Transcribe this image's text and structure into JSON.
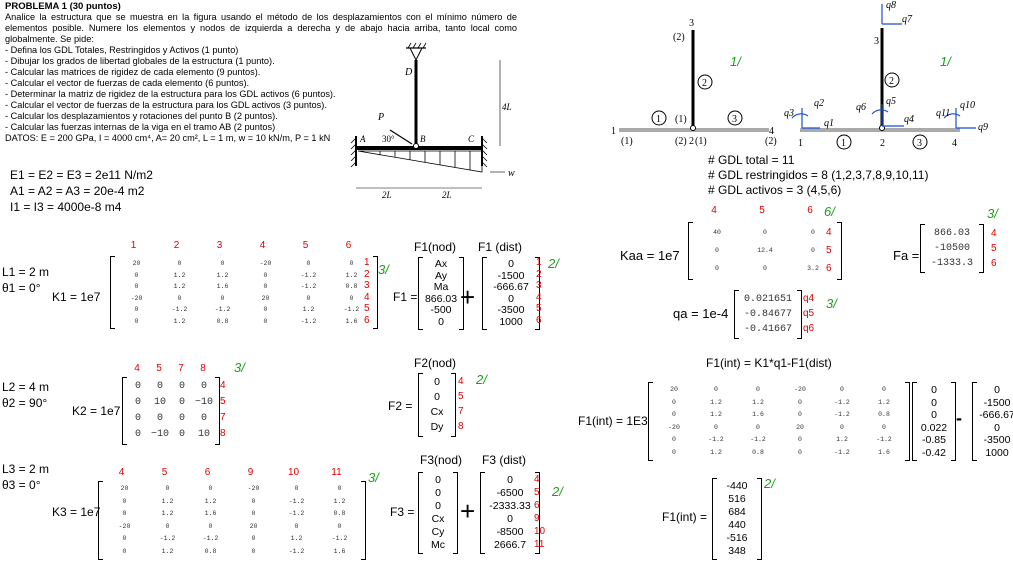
{
  "problem": {
    "title": "PROBLEMA 1 (30 puntos)",
    "intro": "Analice la estructura que se muestra en la figura usando el método de los desplazamientos con el mínimo número de elementos posible. Numere los elementos y nodos de izquierda a derecha y de abajo hacia arriba, tanto local como globalmente. Se pide:",
    "items": [
      "- Defina los GDL Totales, Restringidos y Activos (1 punto)",
      "- Dibujar los grados de libertad globales de la estructura (1 punto).",
      "- Calcular las matrices de rigidez de cada elemento (9 puntos).",
      "- Calcular el vector de fuerzas de cada elemento (6 puntos).",
      "- Determinar la matriz de rigidez de la estructura para los GDL activos (6 puntos).",
      "- Calcular el vector de fuerzas de la estructura para los GDL activos (3 puntos).",
      "- Calcular los desplazamientos y rotaciones del punto B (2 puntos).",
      "- Calcular las fuerzas internas de la viga en el tramo AB (2 puntos)"
    ],
    "data_line": "DATOS: E = 200 GPa, I = 4000 cm⁴, A= 20 cm², L = 1 m, w = 10 kN/m, P = 1 kN"
  },
  "figure": {
    "D": "D",
    "P": "P",
    "angle": "30°",
    "A": "A",
    "B": "B",
    "C": "C",
    "w": "w",
    "height": "4L",
    "span1": "2L",
    "span2": "2L"
  },
  "props": {
    "E": "E1 = E2 = E3 = 2e11 N/m2",
    "A": "A1 = A2 = A3 = 20e-4 m2",
    "I": "I1 = I3 = 4000e-8 m4"
  },
  "local_model": {
    "mark": "1/",
    "node3": "3",
    "node3_local": "(2)",
    "elem2": "2",
    "elem1": "1",
    "elem1_local": "(1)",
    "elem3": "3",
    "node1": "1",
    "node1_local": "(1)",
    "node2_local_a": "(2)",
    "node2": "2",
    "node2_local_b": "(1)",
    "node4": "4",
    "node4_local": "(2)"
  },
  "global_model": {
    "mark": "1/",
    "q8": "q8",
    "q7": "q7",
    "node3": "3",
    "elem2": "2",
    "q2": "q2",
    "q6": "q6",
    "q5": "q5",
    "q3": "q3",
    "q1": "q1",
    "q4": "q4",
    "q11": "q11",
    "q10": "q10",
    "q9": "q9",
    "node1": "1",
    "elem1": "1",
    "node2": "2",
    "elem3": "3",
    "node4": "4"
  },
  "gdl": {
    "total": "# GDL total = 11",
    "restricted": "# GDL restringidos = 8 (1,2,3,7,8,9,10,11)",
    "active": "# GDL activos = 3 (4,5,6)"
  },
  "elem1": {
    "L": "L1 = 2 m",
    "theta": "θ1 = 0°",
    "label": "K1 = 1e7",
    "mark": "3/",
    "cols": [
      "1",
      "2",
      "3",
      "4",
      "5",
      "6"
    ],
    "rows": [
      "1",
      "2",
      "3",
      "4",
      "5",
      "6"
    ],
    "K": [
      [
        "20",
        "0",
        "0",
        "-20",
        "0",
        "0"
      ],
      [
        "0",
        "1.2",
        "1.2",
        "0",
        "-1.2",
        "1.2"
      ],
      [
        "0",
        "1.2",
        "1.6",
        "0",
        "-1.2",
        "0.8"
      ],
      [
        "-20",
        "0",
        "0",
        "20",
        "0",
        "0"
      ],
      [
        "0",
        "-1.2",
        "-1.2",
        "0",
        "1.2",
        "-1.2"
      ],
      [
        "0",
        "1.2",
        "0.8",
        "0",
        "-1.2",
        "1.6"
      ]
    ],
    "F_label": "F1 =",
    "F_nod_title": "F1(nod)",
    "F_nod": [
      "Ax",
      "Ay",
      "Ma",
      "866.03",
      "-500",
      "0"
    ],
    "F_dist_title": "F1 (dist)",
    "F_dist": [
      "0",
      "-1500",
      "-666.67",
      "0",
      "-3500",
      "1000"
    ],
    "F_rows": [
      "1",
      "2",
      "3",
      "4",
      "5",
      "6"
    ],
    "F_mark": "2/"
  },
  "elem2": {
    "L": "L2 = 4 m",
    "theta": "θ2 = 90°",
    "label": "K2 = 1e7",
    "mark": "3/",
    "cols": [
      "4",
      "5",
      "7",
      "8"
    ],
    "rows": [
      "4",
      "5",
      "7",
      "8"
    ],
    "K": [
      [
        "0",
        "0",
        "0",
        "0"
      ],
      [
        "0",
        "10",
        "0",
        "−10"
      ],
      [
        "0",
        "0",
        "0",
        "0"
      ],
      [
        "0",
        "−10",
        "0",
        "10"
      ]
    ],
    "F_label": "F2 =",
    "F_nod_title": "F2(nod)",
    "F_nod": [
      "0",
      "0",
      "Cx",
      "Dy"
    ],
    "F_rows": [
      "4",
      "5",
      "7",
      "8"
    ],
    "F_mark": "2/"
  },
  "elem3": {
    "L": "L3 = 2 m",
    "theta": "θ3 = 0°",
    "label": "K3 = 1e7",
    "mark": "3/",
    "cols": [
      "4",
      "5",
      "6",
      "9",
      "10",
      "11"
    ],
    "rows": [],
    "K": [
      [
        "20",
        "0",
        "0",
        "-20",
        "0",
        "0"
      ],
      [
        "0",
        "1.2",
        "1.2",
        "0",
        "-1.2",
        "1.2"
      ],
      [
        "0",
        "1.2",
        "1.6",
        "0",
        "-1.2",
        "0.8"
      ],
      [
        "-20",
        "0",
        "0",
        "20",
        "0",
        "0"
      ],
      [
        "0",
        "-1.2",
        "-1.2",
        "0",
        "1.2",
        "-1.2"
      ],
      [
        "0",
        "1.2",
        "0.8",
        "0",
        "-1.2",
        "1.6"
      ]
    ],
    "F_label": "F3 =",
    "F_nod_title": "F3(nod)",
    "F_nod": [
      "0",
      "0",
      "0",
      "Cx",
      "Cy",
      "Mc"
    ],
    "F_dist_title": "F3 (dist)",
    "F_dist": [
      "0",
      "-6500",
      "-2333.33",
      "0",
      "-8500",
      "2666.7"
    ],
    "F_rows": [
      "4",
      "5",
      "6",
      "9",
      "10",
      "11"
    ],
    "F_mark": "2/"
  },
  "kaa": {
    "label": "Kaa = 1e7",
    "cols": [
      "4",
      "5",
      "6"
    ],
    "rows": [
      "4",
      "5",
      "6"
    ],
    "mark": "6/",
    "K": [
      [
        "40",
        "0",
        "0"
      ],
      [
        "0",
        "12.4",
        "0"
      ],
      [
        "0",
        "0",
        "3.2"
      ]
    ]
  },
  "fa": {
    "label": "Fa =",
    "values": [
      "866.03",
      "-10500",
      "-1333.3"
    ],
    "rows": [
      "4",
      "5",
      "6"
    ],
    "mark": "3/"
  },
  "qa": {
    "label": "qa = 1e-4",
    "values": [
      "0.021651",
      "-0.84677",
      "-0.41667"
    ],
    "rows": [
      "q4",
      "q5",
      "q6"
    ],
    "mark": "3/"
  },
  "fint": {
    "formula": "F1(int) = K1*q1-F1(dist)",
    "label": "F1(int) = 1E3",
    "K": [
      [
        "20",
        "0",
        "0",
        "-20",
        "0",
        "0"
      ],
      [
        "0",
        "1.2",
        "1.2",
        "0",
        "-1.2",
        "1.2"
      ],
      [
        "0",
        "1.2",
        "1.6",
        "0",
        "-1.2",
        "0.8"
      ],
      [
        "-20",
        "0",
        "0",
        "20",
        "0",
        "0"
      ],
      [
        "0",
        "-1.2",
        "-1.2",
        "0",
        "1.2",
        "-1.2"
      ],
      [
        "0",
        "1.2",
        "0.8",
        "0",
        "-1.2",
        "1.6"
      ]
    ],
    "q1": [
      "0",
      "0",
      "0",
      "0.022",
      "-0.85",
      "-0.42"
    ],
    "minus": "-",
    "dist": [
      "0",
      "-1500",
      "-666.67",
      "0",
      "-3500",
      "1000"
    ],
    "result_label": "F1(int) =",
    "result": [
      "-440",
      "516",
      "684",
      "440",
      "-516",
      "348"
    ],
    "mark": "2/"
  }
}
